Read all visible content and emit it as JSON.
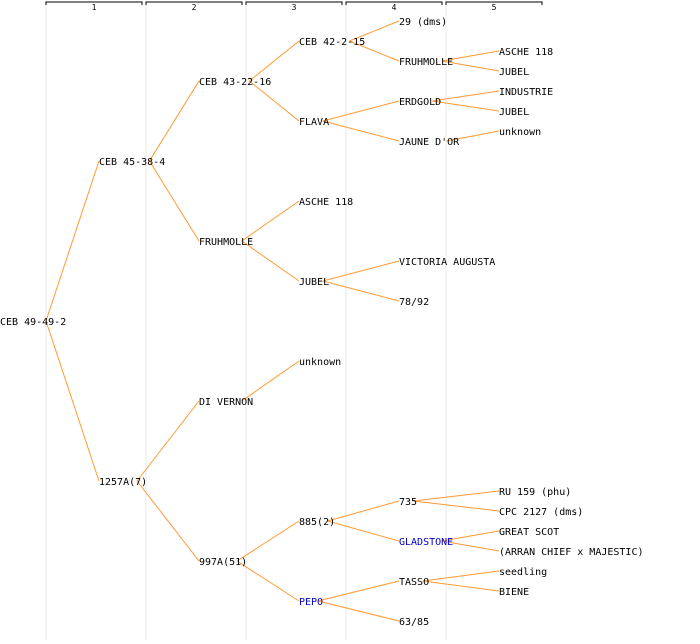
{
  "colors": {
    "edge": "#ff9933",
    "text": "#000000",
    "link": "#0000cc",
    "column_line": "#e8e8e8"
  },
  "generations": [
    "1",
    "2",
    "3",
    "4",
    "5"
  ],
  "nodes": [
    {
      "id": "n0",
      "label": "CEB 49-49-2",
      "gen": 0,
      "link": false
    },
    {
      "id": "n1",
      "label": "CEB 45-38-4",
      "gen": 1,
      "link": false,
      "parent": "n0"
    },
    {
      "id": "n2",
      "label": "1257A(7)",
      "gen": 1,
      "link": false,
      "parent": "n0"
    },
    {
      "id": "n3",
      "label": "CEB 43-22-16",
      "gen": 2,
      "link": false,
      "parent": "n1"
    },
    {
      "id": "n4",
      "label": "FRUHMOLLE",
      "gen": 2,
      "link": false,
      "parent": "n1"
    },
    {
      "id": "n5",
      "label": "DI VERNON",
      "gen": 2,
      "link": false,
      "parent": "n2"
    },
    {
      "id": "n6",
      "label": "997A(51)",
      "gen": 2,
      "link": false,
      "parent": "n2"
    },
    {
      "id": "n7",
      "label": "CEB 42-2-15",
      "gen": 3,
      "link": false,
      "parent": "n3"
    },
    {
      "id": "n8",
      "label": "FLAVA",
      "gen": 3,
      "link": false,
      "parent": "n3"
    },
    {
      "id": "n9",
      "label": "ASCHE 118",
      "gen": 3,
      "link": false,
      "parent": "n4"
    },
    {
      "id": "n10",
      "label": "JUBEL",
      "gen": 3,
      "link": false,
      "parent": "n4"
    },
    {
      "id": "n11",
      "label": "unknown",
      "gen": 3,
      "link": false,
      "parent": "n5"
    },
    {
      "id": "n12",
      "label": "885(2)",
      "gen": 3,
      "link": false,
      "parent": "n6"
    },
    {
      "id": "n13",
      "label": "PEPO",
      "gen": 3,
      "link": true,
      "parent": "n6"
    },
    {
      "id": "n14",
      "label": "29 (dms)",
      "gen": 4,
      "link": false,
      "parent": "n7"
    },
    {
      "id": "n15",
      "label": "FRUHMOLLE",
      "gen": 4,
      "link": false,
      "parent": "n7"
    },
    {
      "id": "n16",
      "label": "ERDGOLD",
      "gen": 4,
      "link": false,
      "parent": "n8"
    },
    {
      "id": "n17",
      "label": "JAUNE D'OR",
      "gen": 4,
      "link": false,
      "parent": "n8"
    },
    {
      "id": "n18",
      "label": "VICTORIA AUGUSTA",
      "gen": 4,
      "link": false,
      "parent": "n10"
    },
    {
      "id": "n19",
      "label": "78/92",
      "gen": 4,
      "link": false,
      "parent": "n10"
    },
    {
      "id": "n20",
      "label": "735",
      "gen": 4,
      "link": false,
      "parent": "n12"
    },
    {
      "id": "n21",
      "label": "GLADSTONE",
      "gen": 4,
      "link": true,
      "parent": "n12"
    },
    {
      "id": "n22",
      "label": "TASSO",
      "gen": 4,
      "link": false,
      "parent": "n13"
    },
    {
      "id": "n23",
      "label": "63/85",
      "gen": 4,
      "link": false,
      "parent": "n13"
    },
    {
      "id": "n24",
      "label": "ASCHE 118",
      "gen": 5,
      "link": false,
      "parent": "n15"
    },
    {
      "id": "n25",
      "label": "JUBEL",
      "gen": 5,
      "link": false,
      "parent": "n15"
    },
    {
      "id": "n26",
      "label": "INDUSTRIE",
      "gen": 5,
      "link": false,
      "parent": "n16"
    },
    {
      "id": "n27",
      "label": "JUBEL",
      "gen": 5,
      "link": false,
      "parent": "n16"
    },
    {
      "id": "n28",
      "label": "unknown",
      "gen": 5,
      "link": false,
      "parent": "n17"
    },
    {
      "id": "n29",
      "label": "RU 159 (phu)",
      "gen": 5,
      "link": false,
      "parent": "n20"
    },
    {
      "id": "n30",
      "label": "CPC 2127 (dms)",
      "gen": 5,
      "link": false,
      "parent": "n20"
    },
    {
      "id": "n31",
      "label": "GREAT SCOT",
      "gen": 5,
      "link": false,
      "parent": "n21"
    },
    {
      "id": "n32",
      "label": "(ARRAN CHIEF x MAJESTIC)",
      "gen": 5,
      "link": false,
      "parent": "n21"
    },
    {
      "id": "n33",
      "label": "seedling",
      "gen": 5,
      "link": false,
      "parent": "n22"
    },
    {
      "id": "n34",
      "label": "BIENE",
      "gen": 5,
      "link": false,
      "parent": "n22"
    }
  ]
}
